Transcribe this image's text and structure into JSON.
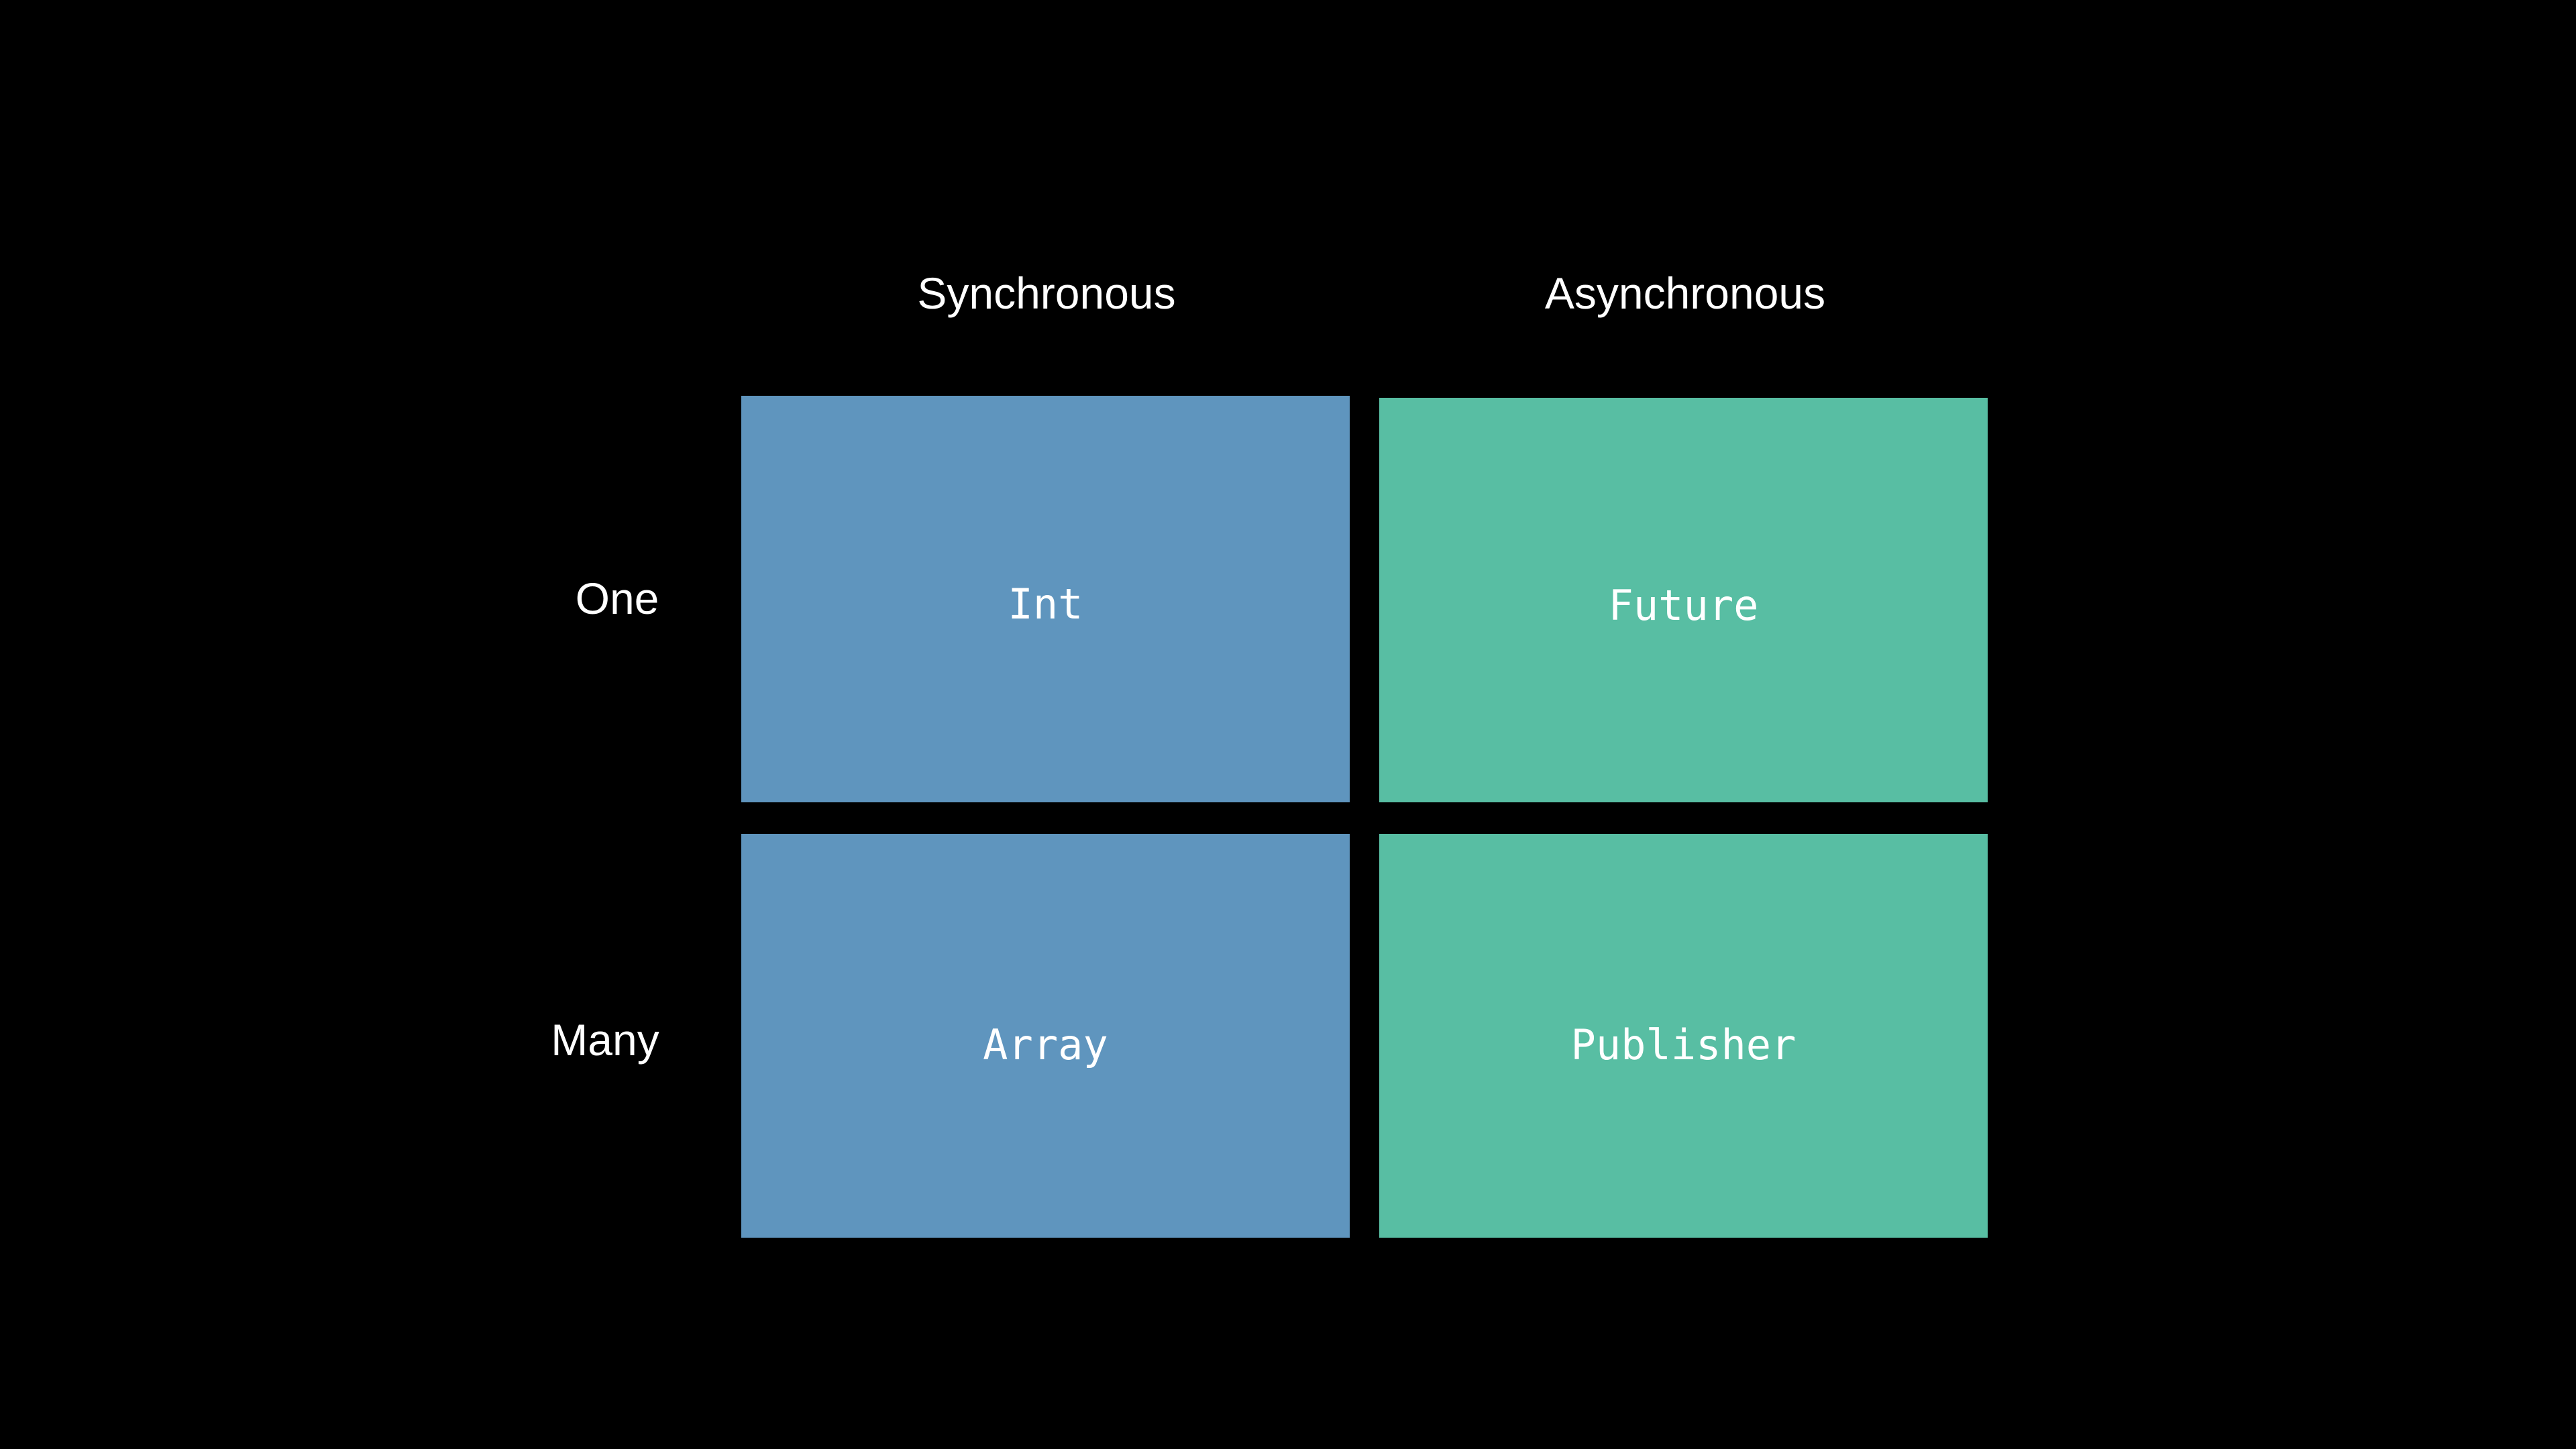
{
  "page": {
    "background_color": "#000000",
    "text_color": "#ffffff"
  },
  "matrix": {
    "column_headers": [
      {
        "id": "synchronous",
        "label": "Synchronous"
      },
      {
        "id": "asynchronous",
        "label": "Asynchronous"
      }
    ],
    "row_headers": [
      {
        "id": "one",
        "label": "One"
      },
      {
        "id": "many",
        "label": "Many"
      }
    ],
    "colors": {
      "synchronous_cell": "#5F95BE",
      "asynchronous_cell": "#58BEA3"
    },
    "cells": [
      {
        "id": "sync-one",
        "row": "One",
        "column": "Synchronous",
        "label": "Int",
        "color": "#5F95BE"
      },
      {
        "id": "async-one",
        "row": "One",
        "column": "Asynchronous",
        "label": "Future",
        "color": "#58BEA3"
      },
      {
        "id": "sync-many",
        "row": "Many",
        "column": "Synchronous",
        "label": "Array",
        "color": "#5F95BE"
      },
      {
        "id": "async-many",
        "row": "Many",
        "column": "Asynchronous",
        "label": "Publisher",
        "color": "#58BEA3"
      }
    ]
  }
}
